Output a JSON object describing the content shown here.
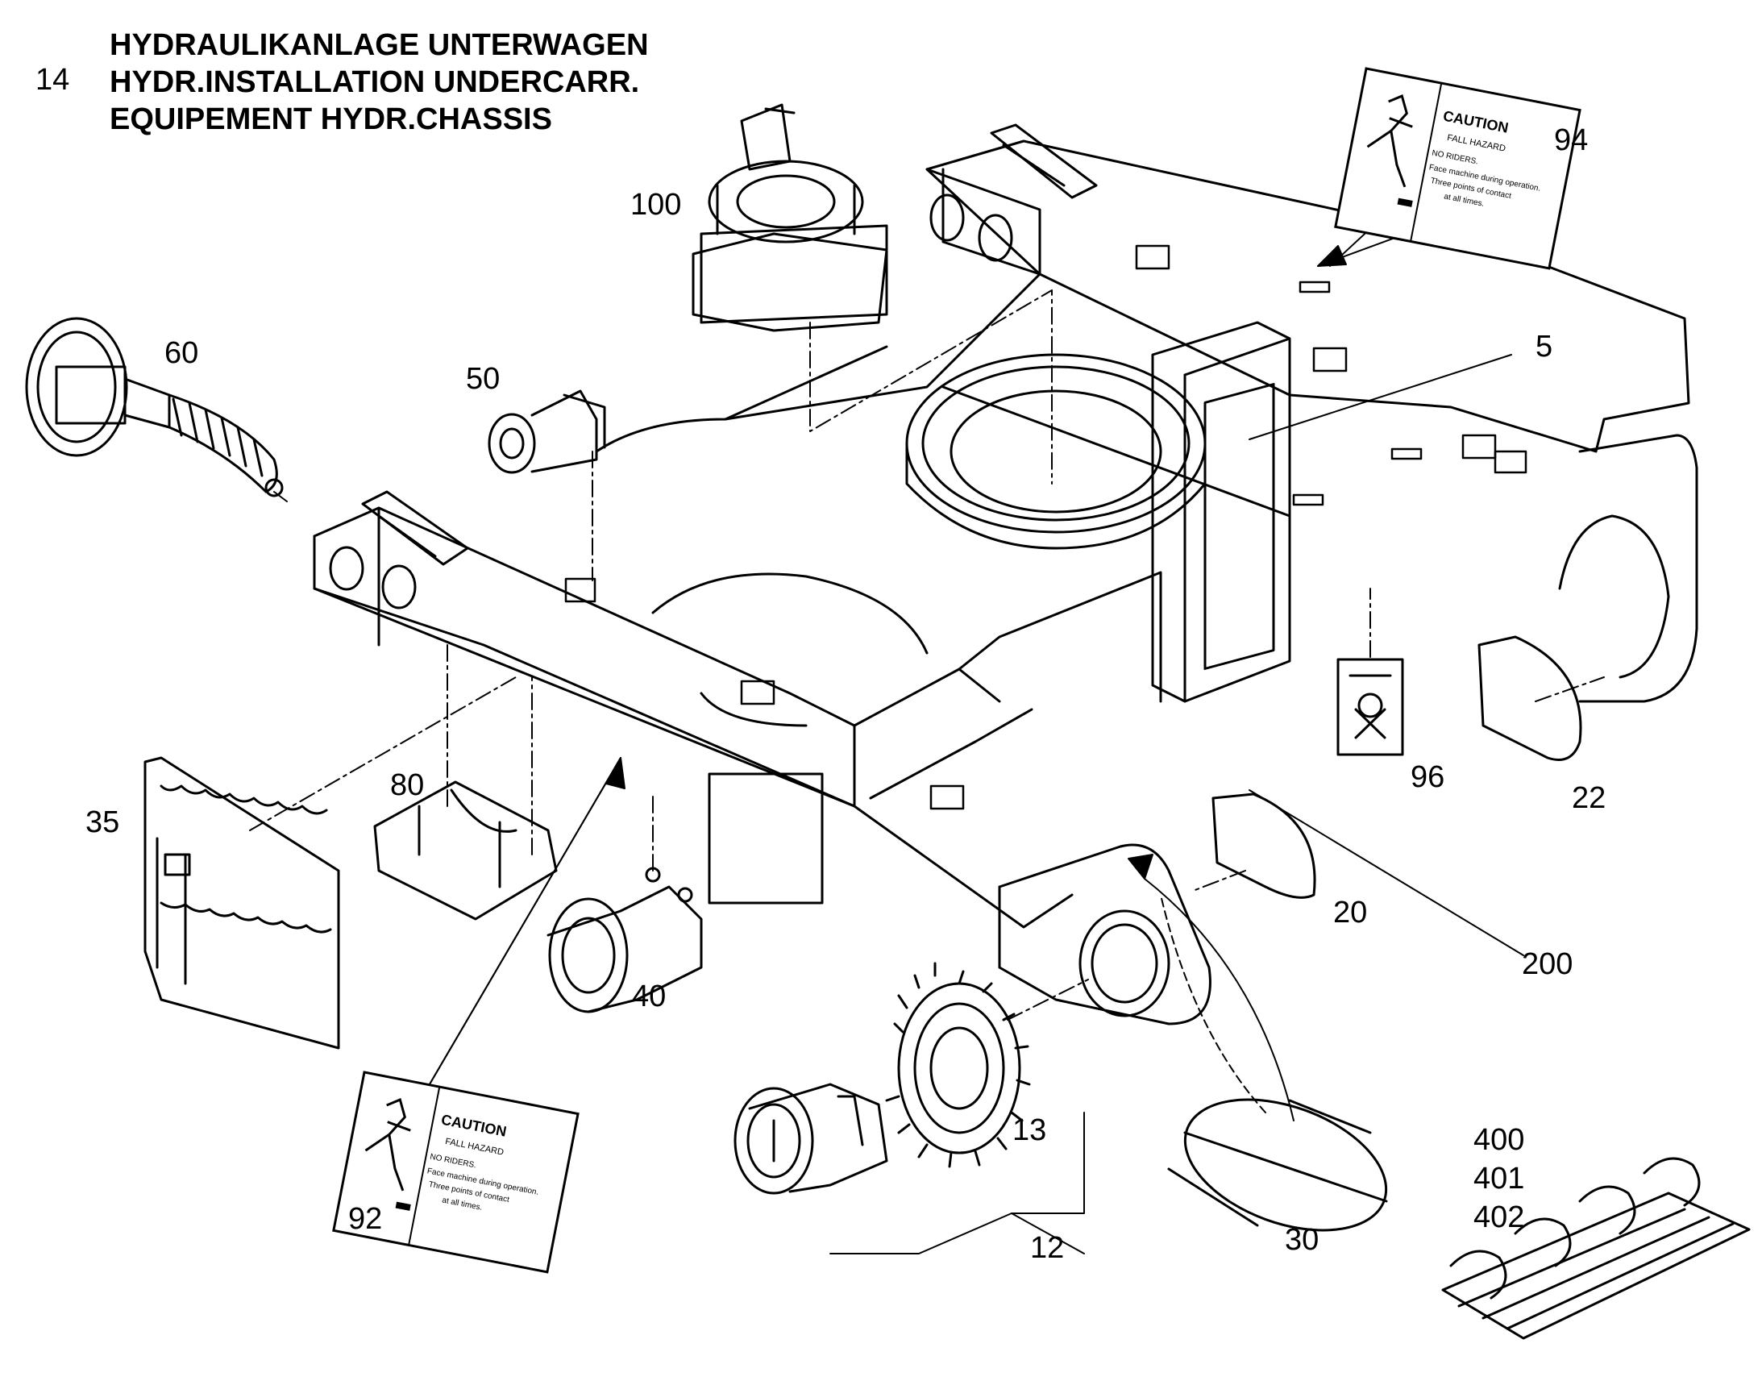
{
  "header": {
    "section_number": "14",
    "title_de": "HYDRAULIKANLAGE UNTERWAGEN",
    "title_en": "HYDR.INSTALLATION UNDERCARR.",
    "title_fr": "EQUIPEMENT HYDR.CHASSIS"
  },
  "callouts": {
    "c94": "94",
    "c100": "100",
    "c60": "60",
    "c50": "50",
    "c5": "5",
    "c22": "22",
    "c96": "96",
    "c80": "80",
    "c35": "35",
    "c20": "20",
    "c200": "200",
    "c40": "40",
    "c13": "13",
    "c92": "92",
    "c12": "12",
    "c30": "30",
    "c400": "400",
    "c401": "401",
    "c402": "402"
  },
  "decals": {
    "caution_word": "CAUTION",
    "hazard": "FALL HAZARD",
    "line1": "NO RIDERS.",
    "line2": "Face machine during operation.",
    "line3": "Three points of contact",
    "line4": "at all times."
  }
}
